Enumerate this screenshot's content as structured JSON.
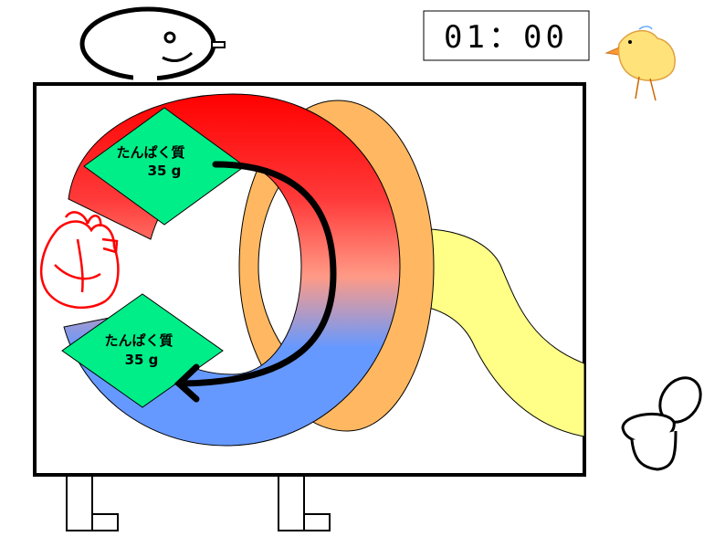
{
  "timer": {
    "display": "01：00"
  },
  "protein_top": {
    "name": "たんぱく質",
    "amount": "35 g"
  },
  "protein_bottom": {
    "name": "たんぱく質",
    "amount": "35 g"
  },
  "colors": {
    "arc_top": "#ff0000",
    "arc_mid": "#ff9a86",
    "arc_bottom": "#6699ff",
    "diamond": "#00ee88",
    "orange_ring": "#ffb861",
    "yellow_tube": "#ffff88",
    "heart": "#ff0000"
  },
  "icons": {
    "character_head": "head-icon",
    "chick": "chick-icon",
    "heart": "heart-icon",
    "toilet": "toilet-icon"
  }
}
